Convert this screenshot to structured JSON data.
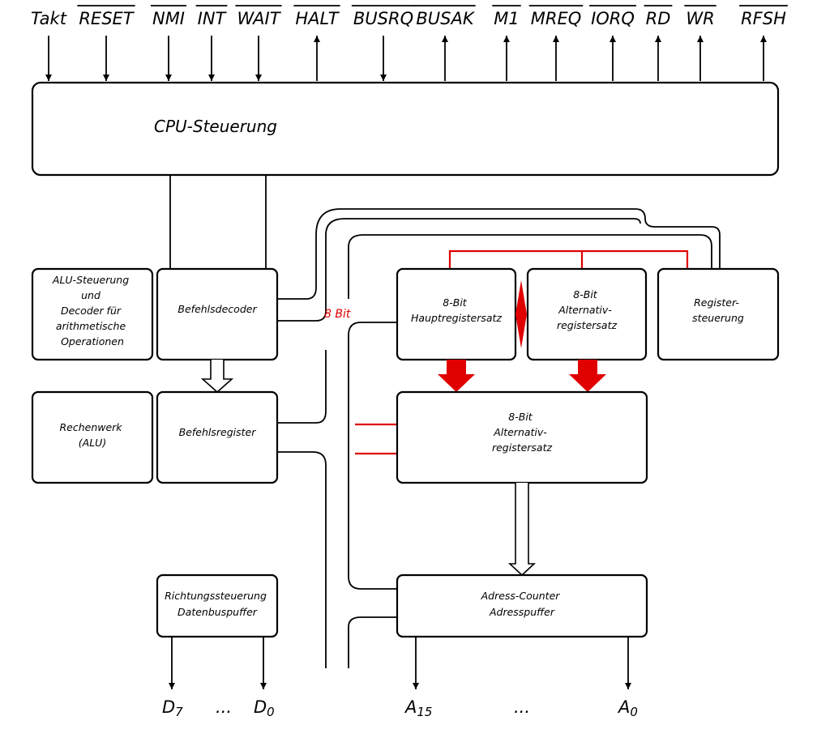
{
  "signals": [
    {
      "id": "takt",
      "label": "Takt",
      "overline": false,
      "dir": "in"
    },
    {
      "id": "reset",
      "label": "RESET",
      "overline": true,
      "dir": "in"
    },
    {
      "id": "nmi",
      "label": "NMI",
      "overline": true,
      "dir": "in"
    },
    {
      "id": "int",
      "label": "INT",
      "overline": true,
      "dir": "in"
    },
    {
      "id": "wait",
      "label": "WAIT",
      "overline": true,
      "dir": "in"
    },
    {
      "id": "halt",
      "label": "HALT",
      "overline": true,
      "dir": "out"
    },
    {
      "id": "busrq",
      "label": "BUSRQ",
      "overline": true,
      "dir": "in"
    },
    {
      "id": "busak",
      "label": "BUSAK",
      "overline": true,
      "dir": "out"
    },
    {
      "id": "m1",
      "label": "M1",
      "overline": true,
      "dir": "out"
    },
    {
      "id": "mreq",
      "label": "MREQ",
      "overline": true,
      "dir": "out"
    },
    {
      "id": "iorq",
      "label": "IORQ",
      "overline": true,
      "dir": "out"
    },
    {
      "id": "rd",
      "label": "RD",
      "overline": true,
      "dir": "out"
    },
    {
      "id": "wr",
      "label": "WR",
      "overline": true,
      "dir": "out"
    },
    {
      "id": "rfsh",
      "label": "RFSH",
      "overline": true,
      "dir": "out"
    }
  ],
  "blocks": {
    "cpu": "CPU-Steuerung",
    "alu_ctrl": [
      "ALU-Steuerung",
      "und",
      "Decoder für",
      "arithmetische",
      "Operationen"
    ],
    "decoder": "Befehlsdecoder",
    "alu": [
      "Rechenwerk",
      "(ALU)"
    ],
    "instr_reg": "Befehlsregister",
    "main_regs": [
      "8-Bit",
      "Hauptregistersatz"
    ],
    "alt_regs": [
      "8-Bit",
      "Alternativ-",
      "registersatz"
    ],
    "reg_ctrl": [
      "Register-",
      "steuerung"
    ],
    "alt_regs2": [
      "8-Bit",
      "Alternativ-",
      "registersatz"
    ],
    "addr": [
      "Adress-Counter",
      "Adresspuffer"
    ],
    "dir_ctrl": [
      "Richtungssteuerung",
      "Datenbuspuffer"
    ]
  },
  "bus_label": "8 Bit",
  "data_bus": {
    "high": "D",
    "high_sub": "7",
    "dots": "...",
    "low": "D",
    "low_sub": "0"
  },
  "addr_bus": {
    "high": "A",
    "high_sub": "15",
    "dots": "...",
    "low": "A",
    "low_sub": "0"
  },
  "colors": {
    "line": "#000000",
    "accent": "#e00000"
  }
}
